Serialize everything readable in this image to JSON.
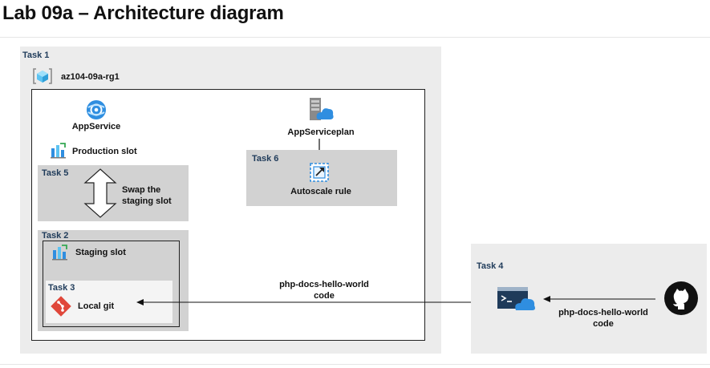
{
  "page": {
    "title": "Lab 09a – Architecture diagram"
  },
  "task1": {
    "label": "Task 1",
    "resource_group": "az104-09a-rg1"
  },
  "app_service": {
    "label": "AppService"
  },
  "production_slot": {
    "label": "Production slot"
  },
  "task5": {
    "label": "Task 5",
    "swap_line1": "Swap the",
    "swap_line2": "staging slot"
  },
  "app_service_plan": {
    "label": "AppServiceplan"
  },
  "task6": {
    "label": "Task 6",
    "autoscale": "Autoscale rule"
  },
  "task2": {
    "label": "Task 2",
    "staging_slot": "Staging slot"
  },
  "task3": {
    "label": "Task 3",
    "local_git": "Local git"
  },
  "flow_main": {
    "line1": "php-docs-hello-world",
    "line2": "code"
  },
  "task4": {
    "label": "Task 4",
    "flow_line1": "php-docs-hello-world",
    "flow_line2": "code"
  },
  "colors": {
    "azure_blue": "#2f8ee0",
    "git_red": "#e0473a",
    "task_label": "#1f3b5a",
    "panel_gray": "#ececec",
    "box_gray": "#d2d2d2"
  },
  "icons": [
    "app-service-icon",
    "slot-icon",
    "swap-arrow-icon",
    "app-service-plan-icon",
    "autoscale-icon",
    "git-icon",
    "cloud-shell-icon",
    "github-icon",
    "resource-group-icon"
  ]
}
